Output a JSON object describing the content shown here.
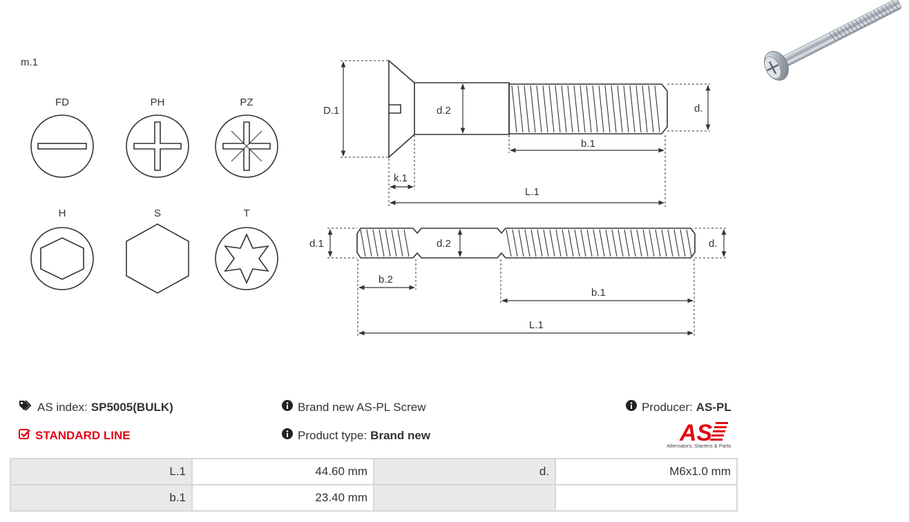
{
  "diagram": {
    "model_label": "m.1",
    "head_types": [
      "FD",
      "PH",
      "PZ",
      "H",
      "S",
      "T"
    ],
    "screw_dims": {
      "D1": "D.1",
      "d2": "d.2",
      "d": "d.",
      "b1": "b.1",
      "k1": "k.1",
      "L1": "L.1"
    },
    "stud_dims": {
      "d1": "d.1",
      "d2": "d.2",
      "d": "d.",
      "b2": "b.2",
      "b1": "b.1",
      "L1": "L.1"
    }
  },
  "info": {
    "as_index_label": "AS index:",
    "as_index_value": "SP5005(BULK)",
    "line": "STANDARD LINE",
    "description": "Brand new AS-PL Screw",
    "product_type_label": "Product type:",
    "product_type_value": "Brand new",
    "producer_label": "Producer:",
    "producer_value": "AS-PL"
  },
  "logo": {
    "mark": "AS",
    "tagline": "Alternators, Starters & Parts"
  },
  "specs": [
    {
      "label": "L.1",
      "value": "44.60 mm",
      "label2": "d.",
      "value2": "M6x1.0 mm"
    },
    {
      "label": "b.1",
      "value": "23.40 mm",
      "label2": "",
      "value2": ""
    }
  ],
  "colors": {
    "brand_red": "#e30613",
    "label_bg": "#e9e9e9",
    "border": "#d7d7d7"
  }
}
